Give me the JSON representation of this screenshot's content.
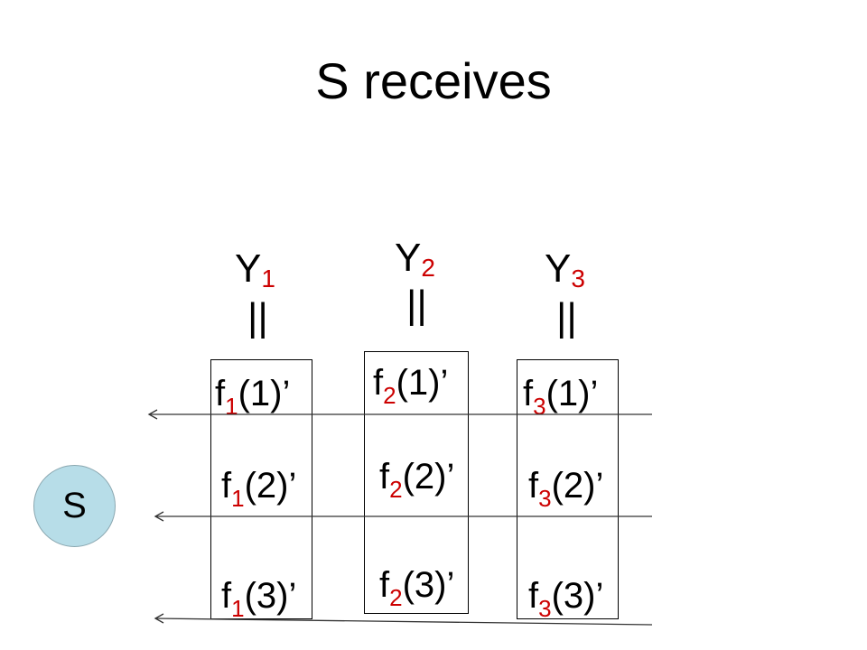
{
  "title": "S receives",
  "node": {
    "label": "S",
    "fill": "#b7dde8"
  },
  "accent_color": "#cc0000",
  "columns": [
    {
      "y_main": "Y",
      "y_sub": "1",
      "bars": "||",
      "items": [
        {
          "main": "f",
          "sub": "1",
          "arg": "(1)’"
        },
        {
          "main": "f",
          "sub": "1",
          "arg": "(2)’"
        },
        {
          "main": "f",
          "sub": "1",
          "arg": "(3)’"
        }
      ]
    },
    {
      "y_main": "Y",
      "y_sub": "2",
      "bars": "||",
      "items": [
        {
          "main": "f",
          "sub": "2",
          "arg": "(1)’"
        },
        {
          "main": "f",
          "sub": "2",
          "arg": "(2)’"
        },
        {
          "main": "f",
          "sub": "2",
          "arg": "(3)’"
        }
      ]
    },
    {
      "y_main": "Y",
      "y_sub": "3",
      "bars": "||",
      "items": [
        {
          "main": "f",
          "sub": "3",
          "arg": "(1)’"
        },
        {
          "main": "f",
          "sub": "3",
          "arg": "(2)’"
        },
        {
          "main": "f",
          "sub": "3",
          "arg": "(3)’"
        }
      ]
    }
  ]
}
